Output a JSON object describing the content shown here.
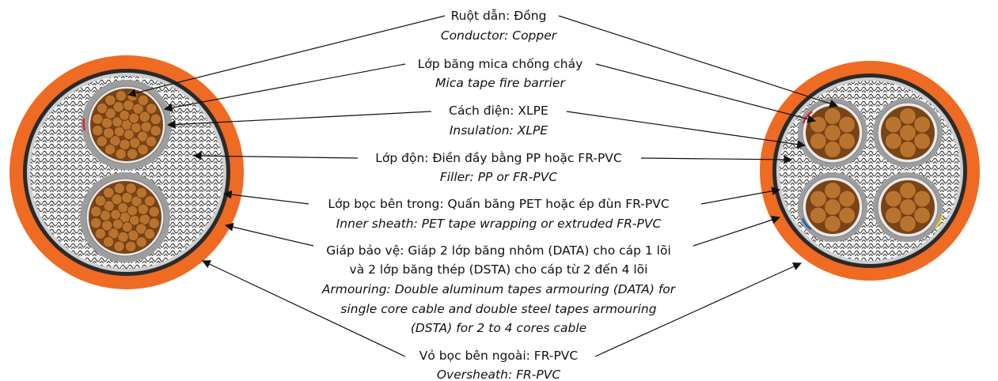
{
  "labels": [
    {
      "vi": "Ruột dẫn: Đồng",
      "en": "Conductor: Copper"
    },
    {
      "vi": "Lớp băng mica chống cháy",
      "en": "Mica tape fire barrier"
    },
    {
      "vi": "Cách điện: XLPE",
      "en": "Insulation: XLPE"
    },
    {
      "vi": "Lớp độn: Điền đầy bằng PP hoặc FR-PVC",
      "en": "Filler: PP or FR-PVC"
    },
    {
      "vi": "Lớp bọc bên trong: Quấn băng PET hoặc ép đùn FR-PVC",
      "en": "Inner sheath: PET tape wrapping or extruded FR-PVC"
    },
    {
      "vi": [
        "Giáp bảo vệ: Giáp 2 lớp băng nhôm (DATA) cho cáp 1 lõi",
        "và 2 lớp băng thép (DSTA) cho cáp từ 2 đến 4 lõi"
      ],
      "en": [
        "Armouring: Double aluminum tapes armouring (DATA) for",
        "single core cable and double steel tapes armouring",
        "(DSTA) for 2 to 4 cores cable"
      ]
    },
    {
      "vi": "Vỏ bọc bên ngoài: FR-PVC",
      "en": "Oversheath: FR-PVC"
    }
  ],
  "colors": {
    "oversheath": "#ef6a22",
    "armour": "#2a2a2a",
    "filler": "#f2f2f2",
    "insulation": "#9d9d9d",
    "copper": "#b8742f",
    "copper_edge": "#6e3d12",
    "phase_markers": [
      "#d9272c",
      "#1f5fb0",
      "#f2d21b"
    ]
  },
  "cables": [
    {
      "name": "two-core-cable",
      "cores": 2
    },
    {
      "name": "four-core-cable",
      "cores": 4
    }
  ]
}
